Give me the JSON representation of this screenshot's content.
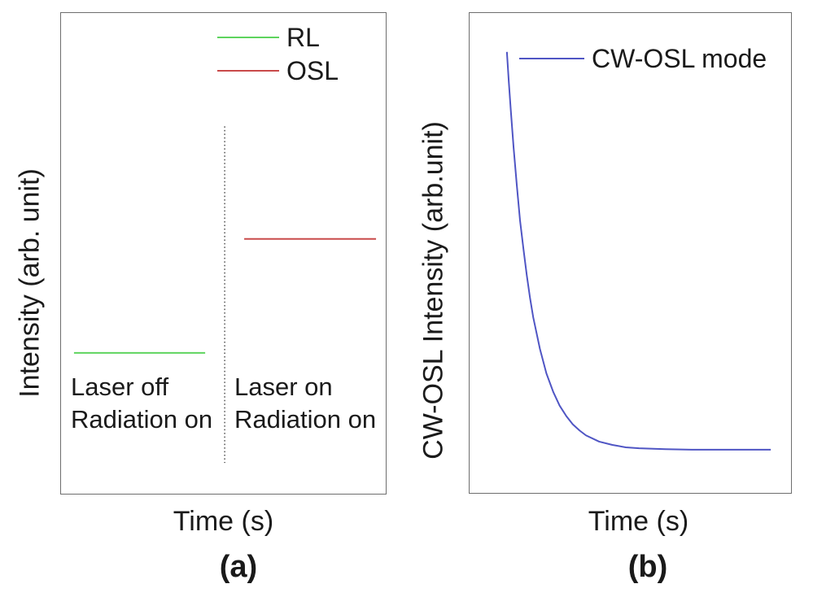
{
  "figure": {
    "background": "#ffffff",
    "border_color": "#6e6e6e",
    "divider_color": "#333333"
  },
  "panels": {
    "a": {
      "caption": "(a)",
      "xlabel": "Time (s)",
      "ylabel": "Intensity (arb. unit)",
      "legend": [
        {
          "label": "RL",
          "color": "#5ed45e"
        },
        {
          "label": "OSL",
          "color": "#c94a4a"
        }
      ],
      "region_left": {
        "line1": "Laser off",
        "line2": "Radiation on"
      },
      "region_right": {
        "line1": "Laser on",
        "line2": "Radiation on"
      }
    },
    "b": {
      "caption": "(b)",
      "xlabel": "Time (s)",
      "ylabel": "CW-OSL Intensity (arb.unit)",
      "legend": [
        {
          "label": "CW-OSL mode",
          "color": "#4f55c4"
        }
      ]
    }
  },
  "chart_data": [
    {
      "id": "a",
      "type": "line",
      "title": "",
      "xlabel": "Time (s)",
      "ylabel": "Intensity (arb. unit)",
      "axes_note": "arbitrary units, no tick marks; coordinates are fractions of plot box (x: 0=left..1=right, y: 0=bottom..1=top)",
      "xlim": [
        0,
        1
      ],
      "ylim": [
        0,
        1
      ],
      "grid": false,
      "legend_position": "upper center-right inside",
      "series": [
        {
          "name": "RL",
          "color": "#5ed45e",
          "points": [
            [
              0.04,
              0.293
            ],
            [
              0.444,
              0.293
            ]
          ],
          "note": "constant radioluminescence level while laser off, radiation on"
        },
        {
          "name": "OSL",
          "color": "#c94a4a",
          "points": [
            [
              0.564,
              0.53
            ],
            [
              0.97,
              0.53
            ]
          ],
          "note": "elevated steady level after laser turned on, radiation on"
        }
      ],
      "divider": {
        "x": 0.504,
        "y0": 0.064,
        "y1": 0.764,
        "style": "dotted",
        "color": "#333333"
      }
    },
    {
      "id": "b",
      "type": "line",
      "title": "",
      "xlabel": "Time (s)",
      "ylabel": "CW-OSL Intensity (arb.unit)",
      "axes_note": "arbitrary units, no tick marks; coordinates are fractions of plot box (x: 0=left..1=right, y: 0=bottom..1=top)",
      "xlim": [
        0,
        1
      ],
      "ylim": [
        0,
        1
      ],
      "grid": false,
      "legend_position": "upper center inside",
      "series": [
        {
          "name": "CW-OSL mode",
          "color": "#4f55c4",
          "note": "exponential decay of CW-OSL intensity to a low constant background",
          "points": [
            [
              0.116,
              0.919
            ],
            [
              0.122,
              0.858
            ],
            [
              0.128,
              0.8
            ],
            [
              0.137,
              0.719
            ],
            [
              0.147,
              0.64
            ],
            [
              0.157,
              0.568
            ],
            [
              0.168,
              0.506
            ],
            [
              0.178,
              0.453
            ],
            [
              0.188,
              0.407
            ],
            [
              0.198,
              0.366
            ],
            [
              0.219,
              0.3
            ],
            [
              0.239,
              0.249
            ],
            [
              0.26,
              0.211
            ],
            [
              0.28,
              0.182
            ],
            [
              0.301,
              0.16
            ],
            [
              0.321,
              0.143
            ],
            [
              0.342,
              0.13
            ],
            [
              0.362,
              0.12
            ],
            [
              0.403,
              0.107
            ],
            [
              0.444,
              0.1
            ],
            [
              0.486,
              0.095
            ],
            [
              0.527,
              0.093
            ],
            [
              0.609,
              0.091
            ],
            [
              0.691,
              0.09
            ],
            [
              0.773,
              0.09
            ],
            [
              0.855,
              0.09
            ],
            [
              0.937,
              0.09
            ]
          ]
        }
      ]
    }
  ]
}
